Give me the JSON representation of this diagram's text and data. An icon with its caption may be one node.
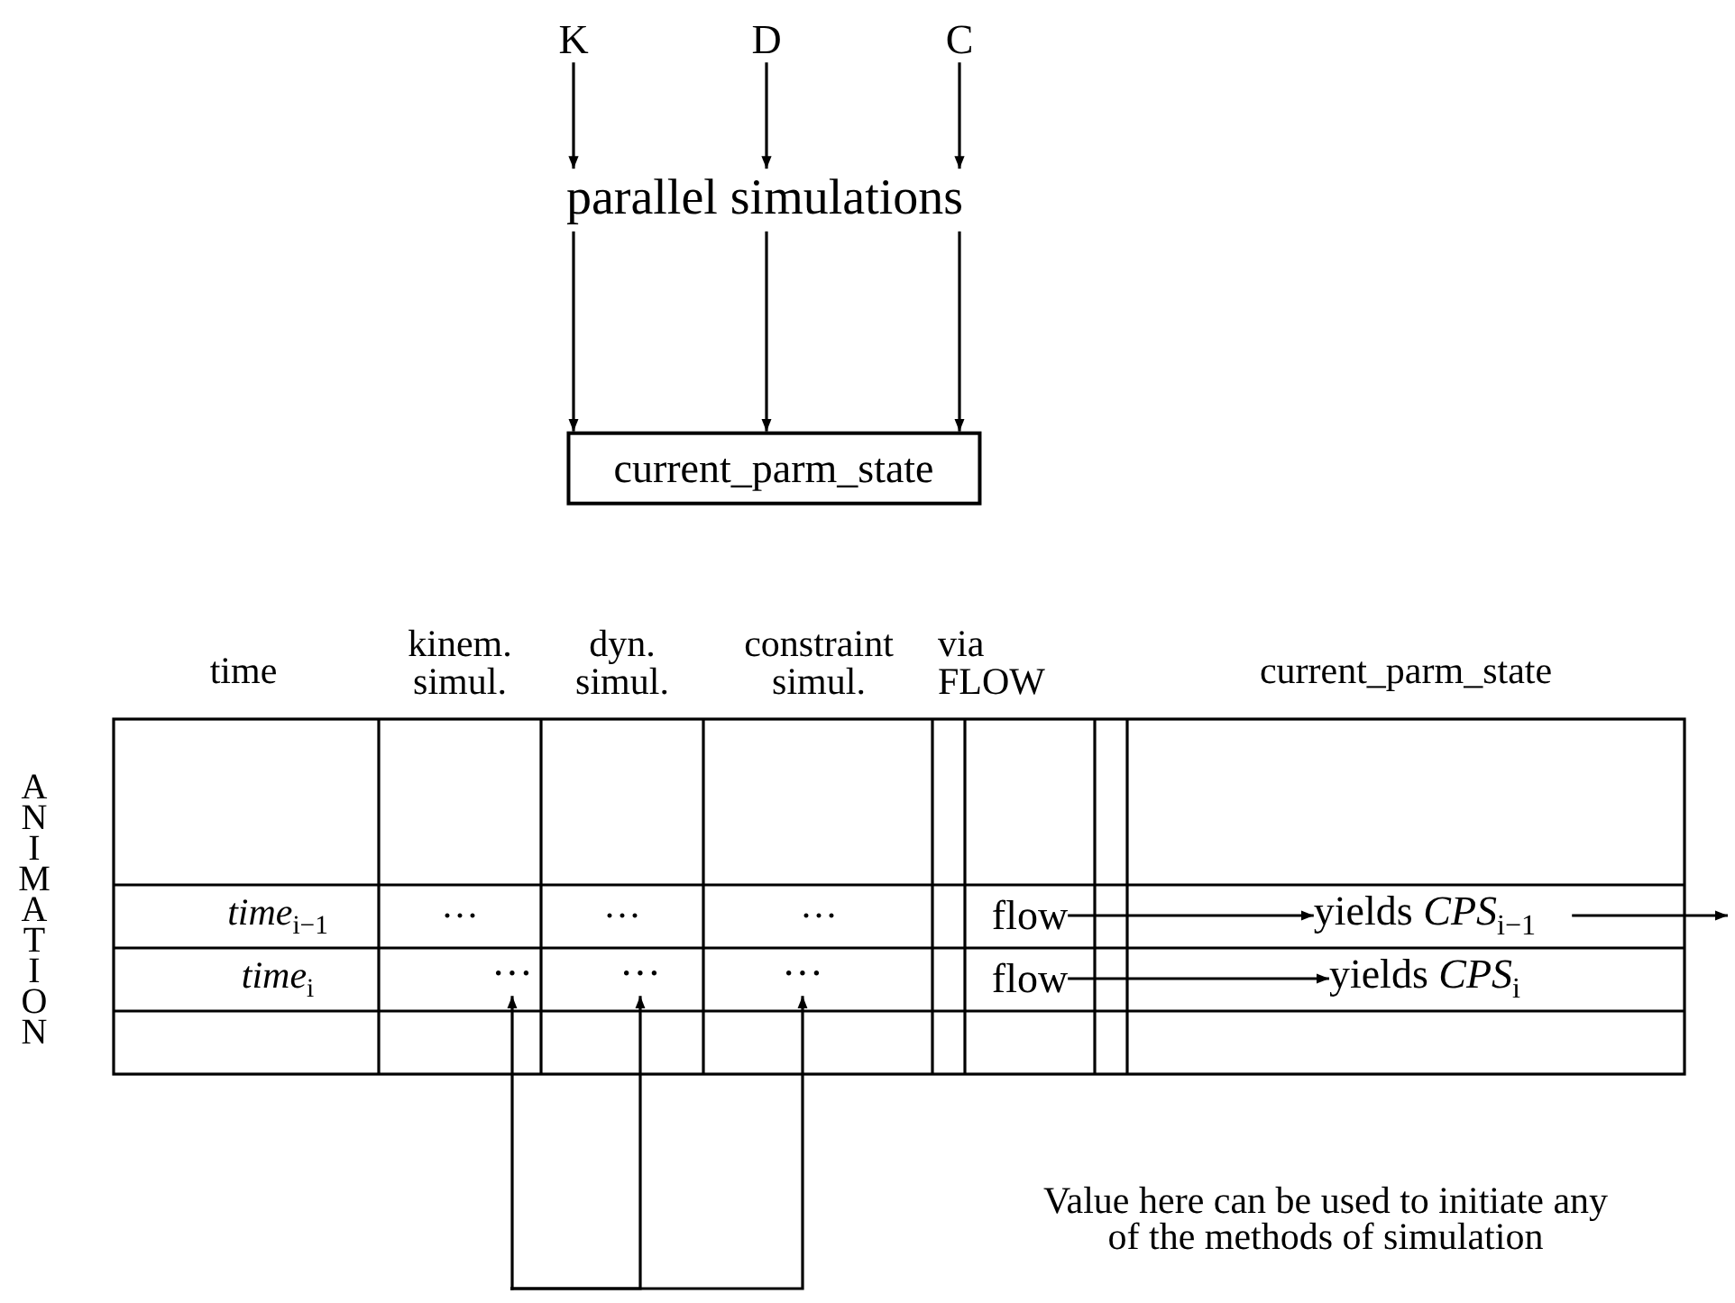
{
  "diagram": {
    "nodes": [
      {
        "text": [
          "K"
        ]
      },
      {
        "text": [
          "D"
        ]
      },
      {
        "text": [
          "C"
        ]
      },
      {
        "text": [
          "parallel simulations"
        ]
      },
      {
        "text": [
          "current_parm_state"
        ]
      },
      {
        "text": [
          "flow"
        ]
      },
      {
        "text": [
          "yields *CPS*$_{i−1}$"
        ]
      },
      {
        "text": [
          "···"
        ]
      },
      {
        "text": [
          "···"
        ]
      },
      {
        "text": [
          "···"
        ]
      },
      {
        "text": [
          "flow"
        ]
      },
      {
        "text": [
          "yields *CPS*$_{i}$"
        ]
      }
    ],
    "edges": [
      {
        "from": 0,
        "to": 3,
        "arrow": "to"
      },
      {
        "from": 1,
        "to": 3,
        "arrow": "to"
      },
      {
        "from": 2,
        "to": 3,
        "arrow": "to"
      },
      {
        "from": 3,
        "to": 4,
        "arrow": "to"
      },
      {
        "from": 3,
        "to": 4,
        "arrow": "to"
      },
      {
        "from": 3,
        "to": 4,
        "arrow": "to"
      },
      {
        "from": 5,
        "to": 6,
        "arrow": "to"
      },
      {
        "from": 6,
        "to": null,
        "arrow": "to"
      },
      {
        "from": 10,
        "to": 11,
        "arrow": "to"
      },
      {
        "from": null,
        "to": 7,
        "arrow": "to"
      },
      {
        "from": null,
        "to": 8,
        "arrow": "to"
      },
      {
        "from": null,
        "to": 9,
        "arrow": "to"
      }
    ],
    "labels": [
      "time",
      "kinem. simul.",
      "dyn. simul.",
      "constraint simul.",
      "via FLOW",
      "current_parm_state",
      "ANIMATION",
      "*time*$_{i−1}$",
      "···",
      "···",
      "···",
      "*time*$_{i}$",
      "Value here can be used to initiate any of the methods of simulation"
    ]
  }
}
